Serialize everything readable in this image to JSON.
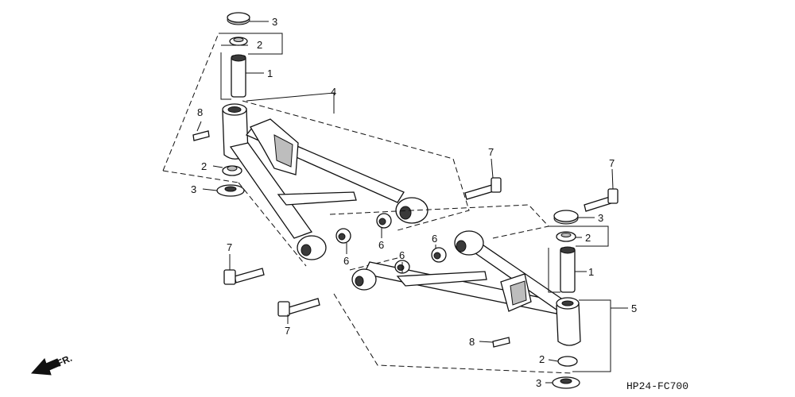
{
  "diagram": {
    "code": "HP24-FC700",
    "direction": "FR.",
    "callouts": [
      {
        "id": "c-3-top",
        "text": "3"
      },
      {
        "id": "c-2-top",
        "text": "2"
      },
      {
        "id": "c-1-top",
        "text": "1"
      },
      {
        "id": "c-4",
        "text": "4"
      },
      {
        "id": "c-8-left",
        "text": "8"
      },
      {
        "id": "c-2-left",
        "text": "2"
      },
      {
        "id": "c-3-left",
        "text": "3"
      },
      {
        "id": "c-7-center",
        "text": "7"
      },
      {
        "id": "c-7-right",
        "text": "7"
      },
      {
        "id": "c-3-right",
        "text": "3"
      },
      {
        "id": "c-2-right",
        "text": "2"
      },
      {
        "id": "c-1-right",
        "text": "1"
      },
      {
        "id": "c-5",
        "text": "5"
      },
      {
        "id": "c-6-a",
        "text": "6"
      },
      {
        "id": "c-6-b",
        "text": "6"
      },
      {
        "id": "c-6-c",
        "text": "6"
      },
      {
        "id": "c-6-d",
        "text": "6"
      },
      {
        "id": "c-7-left",
        "text": "7"
      },
      {
        "id": "c-7-bottom",
        "text": "7"
      },
      {
        "id": "c-8-bottom",
        "text": "8"
      },
      {
        "id": "c-2-bottom",
        "text": "2"
      },
      {
        "id": "c-3-bottom",
        "text": "3"
      }
    ]
  }
}
